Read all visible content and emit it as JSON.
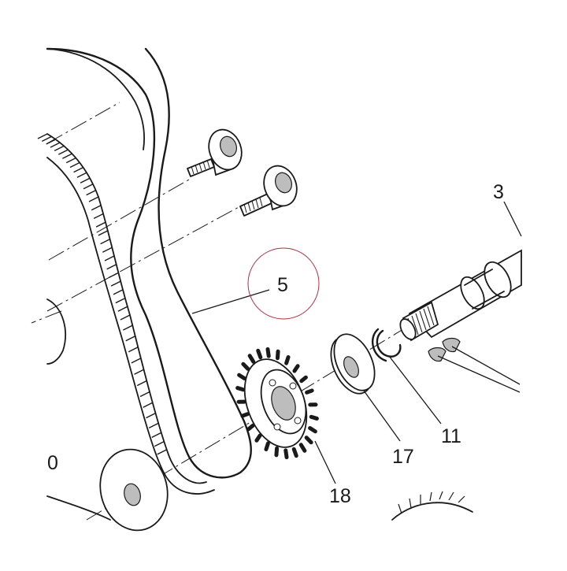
{
  "diagram": {
    "callouts": {
      "c3": "3",
      "c5": "5",
      "c11": "11",
      "c17": "17",
      "c18": "18",
      "c0": "0"
    },
    "highlight_color": "#b03040"
  }
}
